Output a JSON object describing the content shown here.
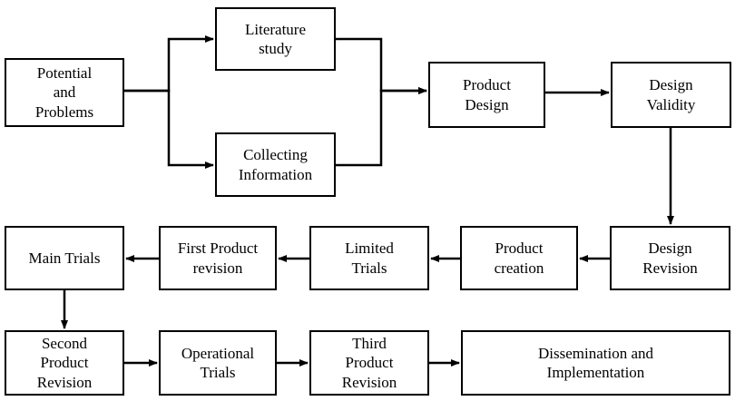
{
  "diagram": {
    "nodes": [
      {
        "id": "potential-and-problems",
        "label": "Potential\nand\nProblems"
      },
      {
        "id": "literature-study",
        "label": "Literature\nstudy"
      },
      {
        "id": "collecting-information",
        "label": "Collecting\nInformation"
      },
      {
        "id": "product-design",
        "label": "Product\nDesign"
      },
      {
        "id": "design-validity",
        "label": "Design\nValidity"
      },
      {
        "id": "design-revision",
        "label": "Design\nRevision"
      },
      {
        "id": "product-creation",
        "label": "Product\ncreation"
      },
      {
        "id": "limited-trials",
        "label": "Limited\nTrials"
      },
      {
        "id": "first-product-revision",
        "label": "First Product\nrevision"
      },
      {
        "id": "main-trials",
        "label": "Main Trials"
      },
      {
        "id": "second-product-revision",
        "label": "Second\nProduct\nRevision"
      },
      {
        "id": "operational-trials",
        "label": "Operational\nTrials"
      },
      {
        "id": "third-product-revision",
        "label": "Third\nProduct\nRevision"
      },
      {
        "id": "dissemination-and-implementation",
        "label": "Dissemination and\nImplementation"
      }
    ],
    "edges": [
      {
        "from": "potential-and-problems",
        "to": "literature-study"
      },
      {
        "from": "potential-and-problems",
        "to": "collecting-information"
      },
      {
        "from": "literature-study",
        "to": "product-design"
      },
      {
        "from": "collecting-information",
        "to": "product-design"
      },
      {
        "from": "product-design",
        "to": "design-validity"
      },
      {
        "from": "design-validity",
        "to": "design-revision"
      },
      {
        "from": "design-revision",
        "to": "product-creation"
      },
      {
        "from": "product-creation",
        "to": "limited-trials"
      },
      {
        "from": "limited-trials",
        "to": "first-product-revision"
      },
      {
        "from": "first-product-revision",
        "to": "main-trials"
      },
      {
        "from": "main-trials",
        "to": "second-product-revision"
      },
      {
        "from": "second-product-revision",
        "to": "operational-trials"
      },
      {
        "from": "operational-trials",
        "to": "third-product-revision"
      },
      {
        "from": "third-product-revision",
        "to": "dissemination-and-implementation"
      }
    ]
  }
}
